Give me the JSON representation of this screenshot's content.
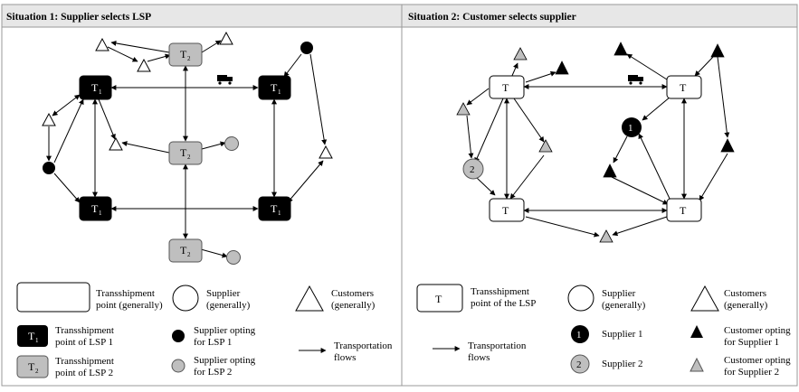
{
  "panel1": {
    "title": "Situation 1: Supplier selects LSP",
    "node_t1_letter": "T",
    "node_t1_sub": "1",
    "node_t2_letter": "T",
    "node_t2_sub": "2",
    "legend": {
      "transshipment_generic": [
        "Transshipment",
        "point (generally)"
      ],
      "supplier_generic": [
        "Supplier",
        "(generally)"
      ],
      "customers_generic": [
        "Customers",
        "(generally)"
      ],
      "lsp1_point": [
        "Transshipment",
        "point of LSP 1"
      ],
      "supplier_lsp1": [
        "Supplier opting",
        "for LSP 1"
      ],
      "transport_flows": [
        "Transportation",
        "flows"
      ],
      "lsp2_point": [
        "Transshipment",
        "point of LSP 2"
      ],
      "supplier_lsp2": [
        "Supplier opting",
        "for LSP 2"
      ]
    }
  },
  "panel2": {
    "title": "Situation 2: Customer selects supplier",
    "node_t_letter": "T",
    "supplier1_num": "1",
    "supplier2_num": "2",
    "legend": {
      "transshipment_lsp": [
        "Transshipment",
        "point of the LSP"
      ],
      "supplier_generic": [
        "Supplier",
        "(generally)"
      ],
      "customers_generic": [
        "Customers",
        "(generally)"
      ],
      "transport_flows": [
        "Transportation",
        "flows"
      ],
      "supplier1": "Supplier 1",
      "customer_s1": [
        "Customer opting",
        "for Supplier 1"
      ],
      "supplier2": "Supplier 2",
      "customer_s2": [
        "Customer opting",
        "for Supplier 2"
      ]
    }
  },
  "colors": {
    "lsp1_fill": "#000000",
    "lsp2_fill": "#bfbfbf",
    "header_fill": "#e7e7e7",
    "border": "#9a9a9a"
  }
}
